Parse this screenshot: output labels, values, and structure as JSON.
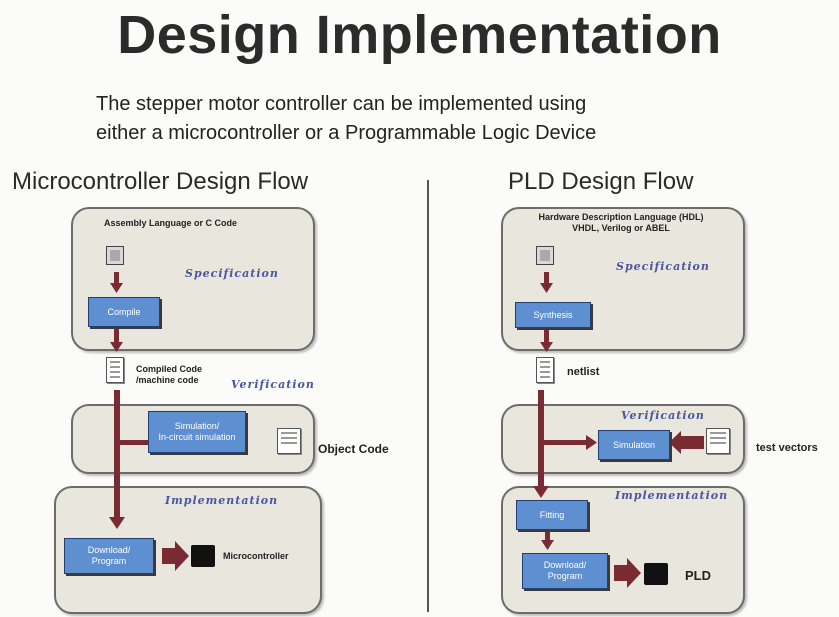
{
  "title": "Design Implementation",
  "subtitle": "The stepper motor controller can be implemented using\neither a microcontroller or a Programmable Logic Device",
  "left": {
    "heading": "Microcontroller Design Flow",
    "source_label": "Assembly Language or C Code",
    "spec_label": "Specification",
    "compile_label": "Compile",
    "compiled_label": "Compiled Code\n/machine code",
    "verification_label": "Verification",
    "simulation_label": "Simulation/\nIn-circuit simulation",
    "object_code_label": "Object Code",
    "implementation_label": "Implementation",
    "download_label": "Download/\nProgram",
    "target_label": "Microcontroller"
  },
  "right": {
    "heading": "PLD Design Flow",
    "source_label": "Hardware Description Language (HDL)\nVHDL, Verilog or ABEL",
    "spec_label": "Specification",
    "synthesis_label": "Synthesis",
    "netlist_label": "netlist",
    "verification_label": "Verification",
    "simulation_label": "Simulation",
    "test_vectors_label": "test vectors",
    "implementation_label": "Implementation",
    "fitting_label": "Fitting",
    "download_label": "Download/\nProgram",
    "target_label": "PLD"
  },
  "colors": {
    "stage_fill": "#e8e6dd",
    "block_blue": "#5e8fd0",
    "arrow": "#7a2a33",
    "label_italic": "#4b55a4"
  }
}
